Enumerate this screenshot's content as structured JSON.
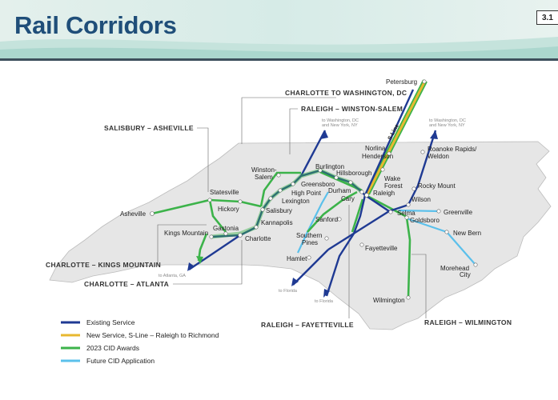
{
  "title": "Rail Corridors",
  "page_number": "3.1",
  "colors": {
    "existing": "#1f3a93",
    "new_s_line": "#e8b830",
    "cid_2023": "#3cb34a",
    "future_cid": "#5bc0eb",
    "state_fill": "#e6e6e6",
    "title": "#1f4e79"
  },
  "corridors": {
    "charlotte_to_washington": "CHARLOTTE TO WASHINGTON, DC",
    "raleigh_winston_salem": "RALEIGH – WINSTON-SALEM",
    "salisbury_asheville": "SALISBURY – ASHEVILLE",
    "charlotte_kings_mountain": "CHARLOTTE – KINGS MOUNTAIN",
    "charlotte_atlanta": "CHARLOTTE – ATLANTA",
    "raleigh_fayetteville": "RALEIGH – FAYETTEVILLE",
    "raleigh_wilmington": "RALEIGH – WILMINGTON"
  },
  "cities": {
    "petersburg": "Petersburg",
    "s_line": "S-Line",
    "norlina": "Norlina",
    "henderson": "Henderson",
    "roanoke_rapids": "Roanoke Rapids/",
    "weldon": "Weldon",
    "winston": "Winston-",
    "salem": "Salem",
    "burlington": "Burlington",
    "hillsborough": "Hillsborough",
    "greensboro": "Greensboro",
    "durham": "Durham",
    "wake": "Wake",
    "forest": "Forest",
    "raleigh": "Raleigh",
    "cary": "Cary",
    "rocky_mount": "Rocky Mount",
    "wilson": "Wilson",
    "statesville": "Statesville",
    "high_point": "High Point",
    "lexington": "Lexington",
    "asheville": "Asheville",
    "hickory": "Hickory",
    "salisbury": "Salisbury",
    "kannapolis": "Kannapolis",
    "kings_mountain": "Kings Mountain",
    "gastonia": "Gastonia",
    "charlotte": "Charlotte",
    "sanford": "Sanford",
    "selma": "Selma",
    "goldsboro": "Goldsboro",
    "greenville": "Greenville",
    "southern": "Southern",
    "pines": "Pines",
    "new_bern": "New Bern",
    "hamlet": "Hamlet",
    "fayetteville": "Fayetteville",
    "morehead": "Morehead",
    "city": "City",
    "wilmington": "Wilmington"
  },
  "directions": {
    "to_washington_1": "to Washington, DC",
    "to_washington_2": "and New York, NY",
    "to_atlanta": "to Atlanta, GA",
    "to_florida_1": "to Florida",
    "to_florida_2": "to Florida"
  },
  "legend": [
    {
      "label": "Existing Service",
      "color": "#1f3a93"
    },
    {
      "label": "New Service, S-Line – Raleigh to Richmond",
      "color": "#e8b830"
    },
    {
      "label": "2023 CID Awards",
      "color": "#3cb34a"
    },
    {
      "label": "Future CID Application",
      "color": "#5bc0eb"
    }
  ]
}
